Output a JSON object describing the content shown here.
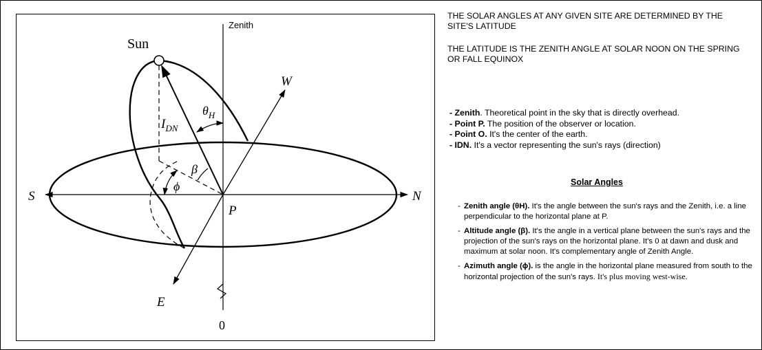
{
  "diagram": {
    "labels": {
      "zenith": "Zenith",
      "sun": "Sun",
      "west": "W",
      "south": "S",
      "north": "N",
      "east": "E",
      "point_p": "P",
      "point_o": "0",
      "theta": "θ",
      "theta_sub": "H",
      "idn": "I",
      "idn_sub": "DN",
      "beta": "β",
      "phi": "ϕ"
    }
  },
  "text": {
    "para1": "THE SOLAR ANGLES AT ANY GIVEN SITE ARE DETERMINED BY THE SITE'S LATITUDE",
    "para2": "THE LATITUDE IS THE ZENITH ANGLE AT SOLAR NOON ON THE SPRING OR FALL EQUINOX",
    "definitions": [
      {
        "term": "- Zenith",
        "desc": ". Theoretical point in the sky that is directly overhead."
      },
      {
        "term": "- Point P.",
        "desc": " The position of the observer or location."
      },
      {
        "term": "- Point O.",
        "desc": " It's the center of the earth."
      },
      {
        "term": "- IDN.",
        "desc": " It's a vector representing the sun's rays (direction)"
      }
    ],
    "solar_angles_heading": "Solar Angles",
    "angles": [
      {
        "dash": "-",
        "term": "Zenith angle (θH).",
        "desc": " It's the angle between the sun's rays and the Zenith, i.e. a line perpendicular to the horizontal plane at P.",
        "tail": ""
      },
      {
        "dash": "-",
        "term": "Altitude angle (β).",
        "desc": " It's the angle in a vertical plane between the sun's rays and the projection of the sun's rays on the horizontal plane. It's 0 at dawn and dusk and maximum at solar noon. It's complementary angle of Zenith Angle.",
        "tail": ""
      },
      {
        "dash": "-",
        "term": "Azimuth angle (ϕ).",
        "desc": " is the angle in the horizontal plane measured from south to the horizontal projection of the sun's rays.",
        "tail": " It's plus moving west-wise."
      }
    ]
  }
}
